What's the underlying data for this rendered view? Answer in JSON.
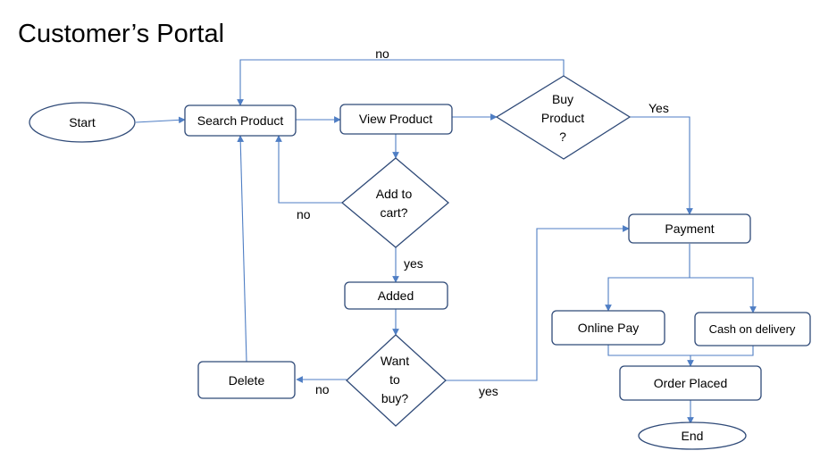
{
  "title": "Customer’s Portal",
  "nodes": {
    "start": "Start",
    "search_product": "Search Product",
    "view_product": "View Product",
    "buy_product": [
      "Buy",
      "Product",
      "?"
    ],
    "add_to_cart": [
      "Add to",
      "cart?"
    ],
    "added": "Added",
    "want_to_buy": [
      "Want",
      "to",
      "buy?"
    ],
    "delete": "Delete",
    "payment": "Payment",
    "online_pay": "Online Pay",
    "cash_on_delivery": "Cash on delivery",
    "order_placed": "Order Placed",
    "end": "End"
  },
  "edge_labels": {
    "buy_no": "no",
    "buy_yes": "Yes",
    "cart_no": "no",
    "cart_yes": "yes",
    "want_no": "no",
    "want_yes": "yes"
  },
  "colors": {
    "connector": "#4f7ec4",
    "shape_border": "#2f4a78",
    "text": "#000000"
  }
}
